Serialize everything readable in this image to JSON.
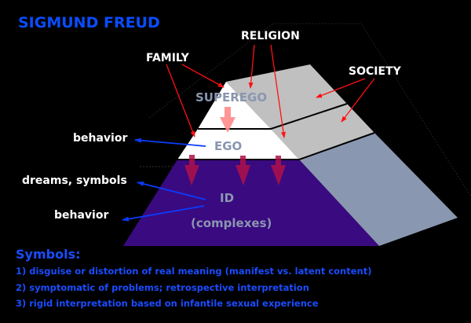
{
  "title": "SIGMUND FREUD",
  "pyramid": {
    "layers": [
      {
        "name": "SUPEREGO"
      },
      {
        "name": "EGO"
      },
      {
        "name": "ID",
        "subtitle": "(complexes)"
      }
    ],
    "influences": [
      "FAMILY",
      "RELIGION",
      "SOCIETY"
    ],
    "outputs": {
      "ego": "behavior",
      "id_1": "dreams, symbols",
      "id_2": "behavior"
    }
  },
  "symbols": {
    "heading": "Symbols:",
    "items": [
      "1) disguise or distortion of real meaning (manifest vs. latent content)",
      "2) symptomatic of problems; retrospective interpretation",
      "3) rigid interpretation based on infantile sexual experience"
    ]
  },
  "colors": {
    "background": "#000000",
    "title": "#0a4cff",
    "id_layer": "#3a0a80",
    "side_face": "#8a97b0",
    "gray_face": "#c0c0c0",
    "influence_arrow": "#ff0000",
    "output_arrow": "#0033ff"
  }
}
